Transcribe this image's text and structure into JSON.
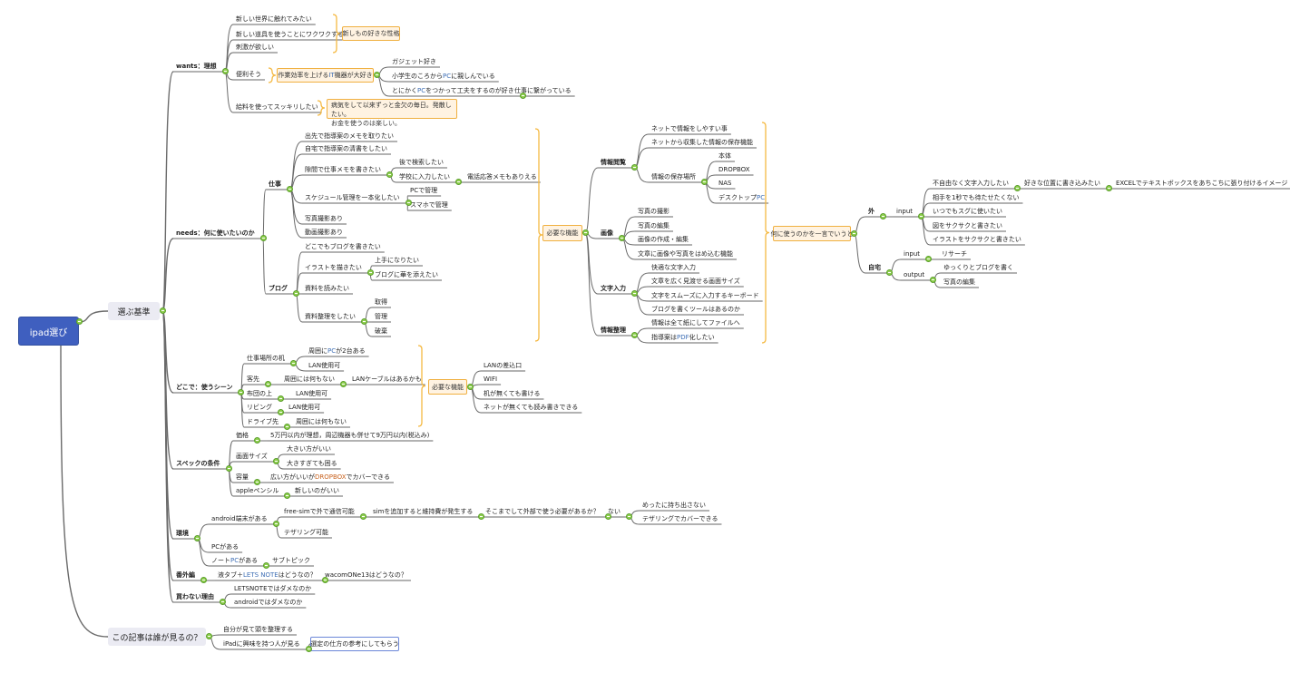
{
  "title": "ipad選び",
  "colors": {
    "root": "#3f5fbf",
    "callout_border": "#f0b040",
    "expander": "#8fcf4f",
    "english_text": "#6e9bd6"
  },
  "nodes": [
    {
      "id": "root",
      "parent": null,
      "text": "ipad選び"
    },
    {
      "id": "k",
      "parent": "root",
      "text": "選ぶ基準"
    },
    {
      "id": "a",
      "parent": "root",
      "text": "この記事は誰が見るの？"
    },
    {
      "id": "w",
      "parent": "k",
      "text": "wants：理想"
    },
    {
      "id": "w1",
      "parent": "w",
      "text": "新しい世界に触れてみたい"
    },
    {
      "id": "w2",
      "parent": "w",
      "text": "新しい道具を使うことにワクワクする"
    },
    {
      "id": "w3",
      "parent": "w",
      "text": "刺激が欲しい"
    },
    {
      "id": "w4",
      "parent": "w",
      "text": "便利そう"
    },
    {
      "id": "w5",
      "parent": "w",
      "text": "給料を使ってスッキリしたい"
    },
    {
      "id": "c1",
      "parent": null,
      "text": "新しもの好きな性格"
    },
    {
      "id": "c2",
      "parent": null,
      "text": "作業効率を上げるIT機器が大好き"
    },
    {
      "id": "c2a",
      "parent": "c2",
      "text": "ガジェット好き"
    },
    {
      "id": "c2b",
      "parent": "c2",
      "text": "小学生のころからPCに親しんでいる"
    },
    {
      "id": "c2c",
      "parent": "c2",
      "text": "とにかくPCをつかって工夫をするのが好き"
    },
    {
      "id": "c2c1",
      "parent": "c2c",
      "text": "仕事に繋がっている"
    },
    {
      "id": "c3",
      "parent": null,
      "text": "病気をして以来ずっと金欠の毎日。発散したい。\nお金を使うのは楽しい。"
    },
    {
      "id": "n",
      "parent": "k",
      "text": "needs：何に使いたいのか"
    },
    {
      "id": "n1",
      "parent": "n",
      "text": "仕事"
    },
    {
      "id": "n1a",
      "parent": "n1",
      "text": "出先で指導案のメモを取りたい"
    },
    {
      "id": "n1b",
      "parent": "n1",
      "text": "自宅で指導案の清書をしたい"
    },
    {
      "id": "n1c",
      "parent": "n1",
      "text": "隙間で仕事メモを書きたい"
    },
    {
      "id": "n1c1",
      "parent": "n1c",
      "text": "後で検索したい"
    },
    {
      "id": "n1c2",
      "parent": "n1c",
      "text": "学校に入力したい"
    },
    {
      "id": "n1c2a",
      "parent": "n1c2",
      "text": "電話応答メモもありえる"
    },
    {
      "id": "n1d",
      "parent": "n1",
      "text": "スケジュール管理を一本化したい"
    },
    {
      "id": "n1d1",
      "parent": "n1d",
      "text": "PCで管理"
    },
    {
      "id": "n1d2",
      "parent": "n1d",
      "text": "スマホで管理"
    },
    {
      "id": "n1e",
      "parent": "n1",
      "text": "写真撮影あり"
    },
    {
      "id": "n1f",
      "parent": "n1",
      "text": "動画撮影あり"
    },
    {
      "id": "n2",
      "parent": "n",
      "text": "ブログ"
    },
    {
      "id": "n2a",
      "parent": "n2",
      "text": "どこでもブログを書きたい"
    },
    {
      "id": "n2b",
      "parent": "n2",
      "text": "イラストを描きたい"
    },
    {
      "id": "n2b1",
      "parent": "n2b",
      "text": "上手になりたい"
    },
    {
      "id": "n2b2",
      "parent": "n2b",
      "text": "ブログに華を添えたい"
    },
    {
      "id": "n2c",
      "parent": "n2",
      "text": "資料を読みたい"
    },
    {
      "id": "n2d",
      "parent": "n2",
      "text": "資料整理をしたい"
    },
    {
      "id": "n2d1",
      "parent": "n2d",
      "text": "取得"
    },
    {
      "id": "n2d2",
      "parent": "n2d",
      "text": "管理"
    },
    {
      "id": "n2d3",
      "parent": "n2d",
      "text": "破棄"
    },
    {
      "id": "f",
      "parent": null,
      "text": "必要な機能"
    },
    {
      "id": "f1",
      "parent": "f",
      "text": "情報閲覧"
    },
    {
      "id": "f1a",
      "parent": "f1",
      "text": "ネットで情報をしやすい事"
    },
    {
      "id": "f1b",
      "parent": "f1",
      "text": "ネットから収集した情報の保存機能"
    },
    {
      "id": "f1c",
      "parent": "f1",
      "text": "情報の保存場所"
    },
    {
      "id": "f1c1",
      "parent": "f1c",
      "text": "本体"
    },
    {
      "id": "f1c2",
      "parent": "f1c",
      "text": "DROPBOX"
    },
    {
      "id": "f1c3",
      "parent": "f1c",
      "text": "NAS"
    },
    {
      "id": "f1c4",
      "parent": "f1c",
      "text": "デスクトップPC"
    },
    {
      "id": "f2",
      "parent": "f",
      "text": "画像"
    },
    {
      "id": "f2a",
      "parent": "f2",
      "text": "写真の撮影"
    },
    {
      "id": "f2b",
      "parent": "f2",
      "text": "写真の編集"
    },
    {
      "id": "f2c",
      "parent": "f2",
      "text": "画像の作成・編集"
    },
    {
      "id": "f2d",
      "parent": "f2",
      "text": "文章に画像や写真をはめ込む機能"
    },
    {
      "id": "f3",
      "parent": "f",
      "text": "文字入力"
    },
    {
      "id": "f3a",
      "parent": "f3",
      "text": "快適な文字入力"
    },
    {
      "id": "f3b",
      "parent": "f3",
      "text": "文章を広く見渡せる画面サイズ"
    },
    {
      "id": "f3c",
      "parent": "f3",
      "text": "文字をスムーズに入力するキーボード"
    },
    {
      "id": "f3d",
      "parent": "f3",
      "text": "ブログを書くツールはあるのか"
    },
    {
      "id": "f4",
      "parent": "f",
      "text": "情報整理"
    },
    {
      "id": "f4a",
      "parent": "f4",
      "text": "情報は全て紙にしてファイルへ"
    },
    {
      "id": "f4b",
      "parent": "f4",
      "text": "指導案はPDF化したい"
    },
    {
      "id": "g",
      "parent": null,
      "text": "何に使うのかを一言でいうと"
    },
    {
      "id": "g1",
      "parent": "g",
      "text": "外"
    },
    {
      "id": "g1a",
      "parent": "g1",
      "text": "input"
    },
    {
      "id": "g1a1",
      "parent": "g1a",
      "text": "不自由なく文字入力したい"
    },
    {
      "id": "g1a1a",
      "parent": "g1a1",
      "text": "好きな位置に書き込みたい"
    },
    {
      "id": "g1a1a1",
      "parent": "g1a1a",
      "text": "EXCELでテキストボックスをあちこちに張り付けるイメージ"
    },
    {
      "id": "g1a2",
      "parent": "g1a",
      "text": "相手を1秒でも待たせたくない"
    },
    {
      "id": "g1a3",
      "parent": "g1a",
      "text": "いつでもスグに使いたい"
    },
    {
      "id": "g1a4",
      "parent": "g1a",
      "text": "図をサクサクと書きたい"
    },
    {
      "id": "g1a5",
      "parent": "g1a",
      "text": "イラストをサクサクと書きたい"
    },
    {
      "id": "g2",
      "parent": "g",
      "text": "自宅"
    },
    {
      "id": "g2a",
      "parent": "g2",
      "text": "input"
    },
    {
      "id": "g2a1",
      "parent": "g2a",
      "text": "リサーチ"
    },
    {
      "id": "g2b",
      "parent": "g2",
      "text": "output"
    },
    {
      "id": "g2b1",
      "parent": "g2b",
      "text": "ゆっくりとブログを書く"
    },
    {
      "id": "g2b2",
      "parent": "g2b",
      "text": "写真の編集"
    },
    {
      "id": "d",
      "parent": "k",
      "text": "どこで：使うシーン"
    },
    {
      "id": "d1",
      "parent": "d",
      "text": "仕事場所の机"
    },
    {
      "id": "d1a",
      "parent": "d1",
      "text": "周囲にPCが2台ある"
    },
    {
      "id": "d1b",
      "parent": "d1",
      "text": "LAN使用可"
    },
    {
      "id": "d2",
      "parent": "d",
      "text": "客先"
    },
    {
      "id": "d2a",
      "parent": "d2",
      "text": "周囲には何もない"
    },
    {
      "id": "d2a1",
      "parent": "d2a",
      "text": "LANケーブルはあるかも"
    },
    {
      "id": "d3",
      "parent": "d",
      "text": "布団の上"
    },
    {
      "id": "d3a",
      "parent": "d3",
      "text": "LAN使用可"
    },
    {
      "id": "d4",
      "parent": "d",
      "text": "リビング"
    },
    {
      "id": "d4a",
      "parent": "d4",
      "text": "LAN使用可"
    },
    {
      "id": "d5",
      "parent": "d",
      "text": "ドライブ先"
    },
    {
      "id": "d5a",
      "parent": "d5",
      "text": "周囲には何もない"
    },
    {
      "id": "h",
      "parent": null,
      "text": "必要な機能"
    },
    {
      "id": "h1",
      "parent": "h",
      "text": "LANの差込口"
    },
    {
      "id": "h2",
      "parent": "h",
      "text": "WIFI"
    },
    {
      "id": "h3",
      "parent": "h",
      "text": "机が無くても書ける"
    },
    {
      "id": "h4",
      "parent": "h",
      "text": "ネットが無くても読み書きできる"
    },
    {
      "id": "s",
      "parent": "k",
      "text": "スペックの条件"
    },
    {
      "id": "s1",
      "parent": "s",
      "text": "価格"
    },
    {
      "id": "s1a",
      "parent": "s1",
      "text": "5万円以内が理想，周辺機器も併せて9万円以内(税込み)"
    },
    {
      "id": "s2",
      "parent": "s",
      "text": "画面サイズ"
    },
    {
      "id": "s2a",
      "parent": "s2",
      "text": "大きい方がいい"
    },
    {
      "id": "s2b",
      "parent": "s2",
      "text": "大きすぎても困る"
    },
    {
      "id": "s3",
      "parent": "s",
      "text": "容量"
    },
    {
      "id": "s3a",
      "parent": "s3",
      "text": "広い方がいいがDROPBOXでカバーできる"
    },
    {
      "id": "s4",
      "parent": "s",
      "text": "appleペンシル"
    },
    {
      "id": "s4a",
      "parent": "s4",
      "text": "新しいのがいい"
    },
    {
      "id": "e",
      "parent": "k",
      "text": "環境"
    },
    {
      "id": "e1",
      "parent": "e",
      "text": "android端末がある"
    },
    {
      "id": "e1a",
      "parent": "e1",
      "text": "free-simで外で通信可能"
    },
    {
      "id": "e1a1",
      "parent": "e1a",
      "text": "simを追加すると維持費が発生する"
    },
    {
      "id": "e1a1a",
      "parent": "e1a1",
      "text": "そこまでして外部で使う必要があるか？"
    },
    {
      "id": "e1a1a1",
      "parent": "e1a1a",
      "text": "ない"
    },
    {
      "id": "e1a1a1a",
      "parent": "e1a1a1",
      "text": "めったに持ち出さない"
    },
    {
      "id": "e1a1a1b",
      "parent": "e1a1a1",
      "text": "テザリングでカバーできる"
    },
    {
      "id": "e1b",
      "parent": "e1",
      "text": "テザリング可能"
    },
    {
      "id": "e2",
      "parent": "e",
      "text": "PCがある"
    },
    {
      "id": "e3",
      "parent": "e",
      "text": "ノートPCがある"
    },
    {
      "id": "e3a",
      "parent": "e3",
      "text": "サブトピック"
    },
    {
      "id": "x",
      "parent": "k",
      "text": "番外編"
    },
    {
      "id": "x1",
      "parent": "x",
      "text": "液タブ＋LETS NOTEはどうなの？"
    },
    {
      "id": "x1a",
      "parent": "x1",
      "text": "wacomONe13はどうなの？"
    },
    {
      "id": "b",
      "parent": "k",
      "text": "買わない理由"
    },
    {
      "id": "b1",
      "parent": "b",
      "text": "LETSNOTEではダメなのか"
    },
    {
      "id": "b2",
      "parent": "b",
      "text": "androidではダメなのか"
    },
    {
      "id": "a1",
      "parent": "a",
      "text": "自分が見て頭を整理する"
    },
    {
      "id": "a2",
      "parent": "a",
      "text": "iPadに興味を持つ人が見る"
    },
    {
      "id": "a2a",
      "parent": "a2",
      "text": "選定の仕方の参考にしてもらう"
    }
  ]
}
